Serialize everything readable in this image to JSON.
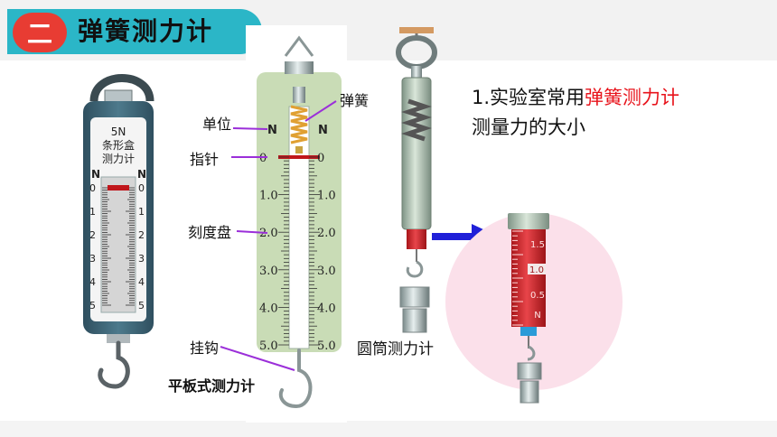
{
  "title": {
    "badge": "二",
    "text": "弹簧测力计"
  },
  "box_meter": {
    "face_lines": [
      "5N",
      "条形盒",
      "测力计"
    ],
    "unit": "N",
    "scale": [
      "0",
      "1",
      "2",
      "3",
      "4",
      "5"
    ]
  },
  "plate_meter": {
    "unit": "N",
    "scale": [
      "0",
      "1.0",
      "2.0",
      "3.0",
      "4.0",
      "5.0"
    ],
    "caption": "平板式测力计",
    "labels": {
      "spring": "弹簧",
      "unit": "单位",
      "pointer": "指针",
      "dial": "刻度盘",
      "hook": "挂钩"
    }
  },
  "cylinder_meter": {
    "caption": "圆筒测力计",
    "zoom_scale": [
      "1.5",
      "1.0",
      "0.5"
    ],
    "zoom_unit": "N"
  },
  "statement": {
    "line1_prefix": "1.实验室常用",
    "line1_highlight": "弹簧测力计",
    "line2": "测量力的大小"
  },
  "colors": {
    "title_bar": "#2bb6c7",
    "badge": "#e83c33",
    "highlight": "#e8131b",
    "plate": "#c9dcb6",
    "zoom_circle": "#fbe0ea",
    "arrow": "#2020d8",
    "label_line": "#9b2fd9"
  }
}
